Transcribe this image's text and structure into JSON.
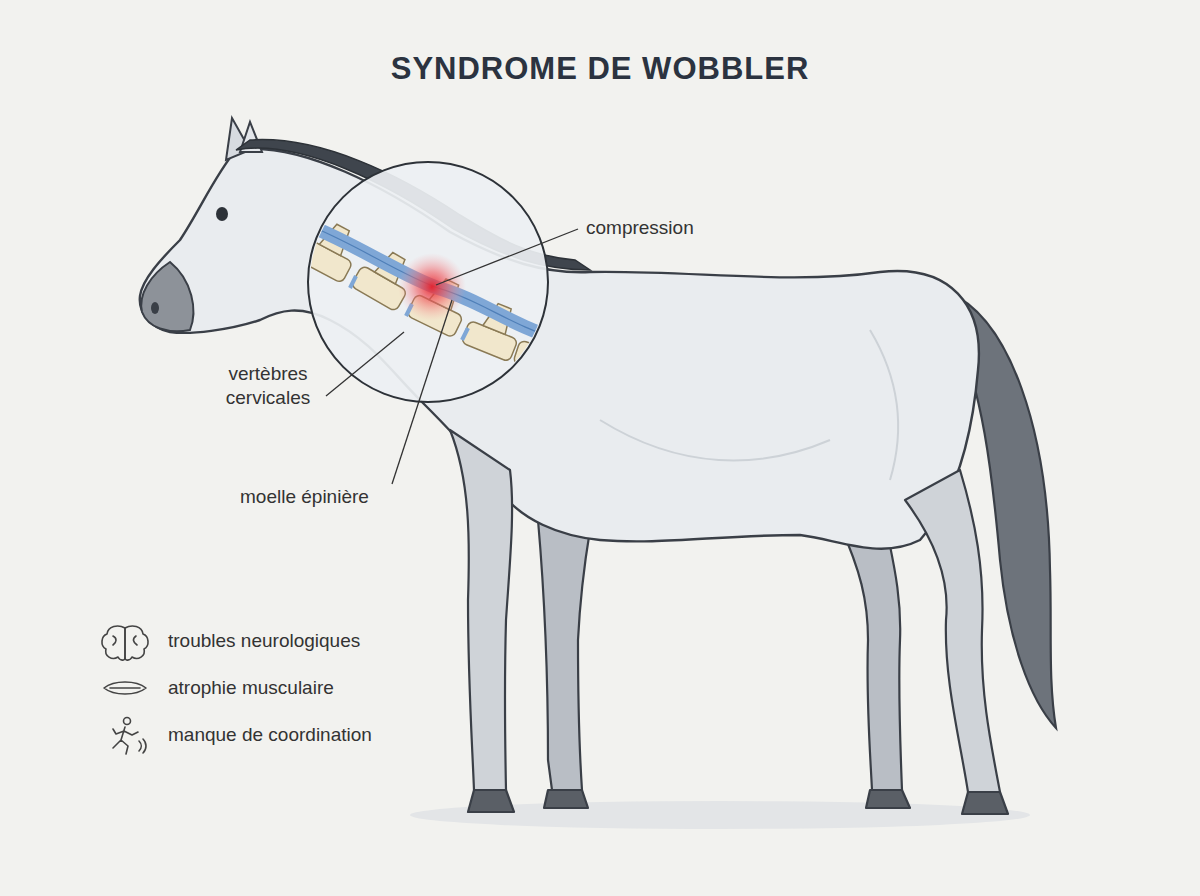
{
  "diagram": {
    "title": "SYNDROME DE WOBBLER",
    "labels": [
      "compression",
      "vertèbres cervicales",
      "moelle épinière"
    ],
    "legend": [
      {
        "text": "troubles neurologiques"
      },
      {
        "text": "atrophie musculaire"
      },
      {
        "text": "manque de coordination"
      }
    ]
  }
}
